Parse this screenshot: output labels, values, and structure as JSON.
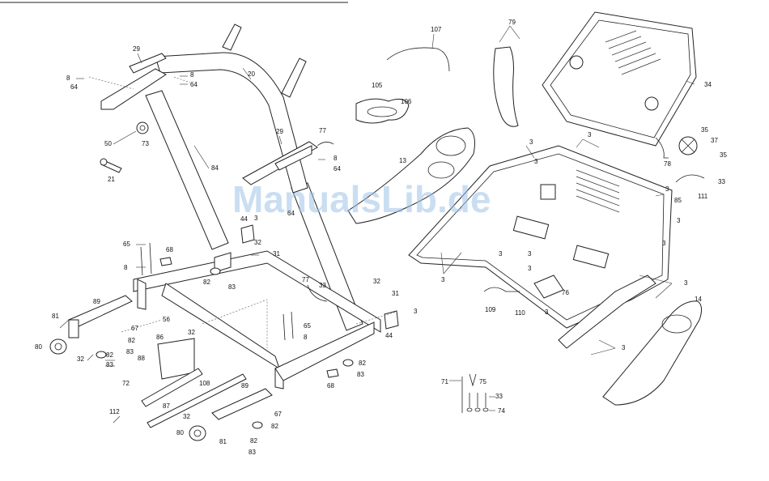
{
  "watermark": "ManualsLib.de",
  "callouts": [
    {
      "id": "c29a",
      "text": "29"
    },
    {
      "id": "c8a",
      "text": "8"
    },
    {
      "id": "c64a",
      "text": "64"
    },
    {
      "id": "c8b",
      "text": "8"
    },
    {
      "id": "c64b",
      "text": "64"
    },
    {
      "id": "c20",
      "text": "20"
    },
    {
      "id": "c50",
      "text": "50"
    },
    {
      "id": "c73",
      "text": "73"
    },
    {
      "id": "c21",
      "text": "21"
    },
    {
      "id": "c84",
      "text": "84"
    },
    {
      "id": "c29b",
      "text": "29"
    },
    {
      "id": "c77a",
      "text": "77"
    },
    {
      "id": "c8c",
      "text": "8"
    },
    {
      "id": "c64c",
      "text": "64"
    },
    {
      "id": "c64d",
      "text": "64"
    },
    {
      "id": "c44a",
      "text": "44"
    },
    {
      "id": "c3a",
      "text": "3"
    },
    {
      "id": "c32a",
      "text": "32"
    },
    {
      "id": "c31a",
      "text": "31"
    },
    {
      "id": "c65a",
      "text": "65"
    },
    {
      "id": "c68a",
      "text": "68"
    },
    {
      "id": "c8d",
      "text": "8"
    },
    {
      "id": "c82a",
      "text": "82"
    },
    {
      "id": "c83a",
      "text": "83"
    },
    {
      "id": "c77b",
      "text": "77"
    },
    {
      "id": "c33a",
      "text": "33"
    },
    {
      "id": "c32b",
      "text": "32"
    },
    {
      "id": "c31b",
      "text": "31"
    },
    {
      "id": "c3b",
      "text": "3"
    },
    {
      "id": "c44b",
      "text": "44"
    },
    {
      "id": "c65b",
      "text": "65"
    },
    {
      "id": "c8e",
      "text": "8"
    },
    {
      "id": "c81a",
      "text": "81"
    },
    {
      "id": "c89a",
      "text": "89"
    },
    {
      "id": "c67a",
      "text": "67"
    },
    {
      "id": "c82b",
      "text": "82"
    },
    {
      "id": "c83b",
      "text": "83"
    },
    {
      "id": "c80a",
      "text": "80"
    },
    {
      "id": "c32c",
      "text": "32"
    },
    {
      "id": "c82c",
      "text": "82"
    },
    {
      "id": "c83c",
      "text": "83"
    },
    {
      "id": "c56",
      "text": "56"
    },
    {
      "id": "c86",
      "text": "86"
    },
    {
      "id": "c32d",
      "text": "32"
    },
    {
      "id": "c88",
      "text": "88"
    },
    {
      "id": "c72",
      "text": "72"
    },
    {
      "id": "c87",
      "text": "87"
    },
    {
      "id": "c112",
      "text": "112"
    },
    {
      "id": "c108",
      "text": "108"
    },
    {
      "id": "c89b",
      "text": "89"
    },
    {
      "id": "c67b",
      "text": "67"
    },
    {
      "id": "c82d",
      "text": "82"
    },
    {
      "id": "c32e",
      "text": "32"
    },
    {
      "id": "c80b",
      "text": "80"
    },
    {
      "id": "c81b",
      "text": "81"
    },
    {
      "id": "c82e",
      "text": "82"
    },
    {
      "id": "c83d",
      "text": "83"
    },
    {
      "id": "c82f",
      "text": "82"
    },
    {
      "id": "c83e",
      "text": "83"
    },
    {
      "id": "c68b",
      "text": "68"
    },
    {
      "id": "c107",
      "text": "107"
    },
    {
      "id": "c105",
      "text": "105"
    },
    {
      "id": "c106",
      "text": "106"
    },
    {
      "id": "c13",
      "text": "13"
    },
    {
      "id": "c79",
      "text": "79"
    },
    {
      "id": "c34",
      "text": "34"
    },
    {
      "id": "c35a",
      "text": "35"
    },
    {
      "id": "c37",
      "text": "37"
    },
    {
      "id": "c35b",
      "text": "35"
    },
    {
      "id": "c78",
      "text": "78"
    },
    {
      "id": "c3c",
      "text": "3"
    },
    {
      "id": "c3d",
      "text": "3"
    },
    {
      "id": "c3e",
      "text": "3"
    },
    {
      "id": "c3f",
      "text": "3"
    },
    {
      "id": "c85",
      "text": "85"
    },
    {
      "id": "c33b",
      "text": "33"
    },
    {
      "id": "c111",
      "text": "111"
    },
    {
      "id": "c3g",
      "text": "3"
    },
    {
      "id": "c3h",
      "text": "3"
    },
    {
      "id": "c3i",
      "text": "3"
    },
    {
      "id": "c3j",
      "text": "3"
    },
    {
      "id": "c3k",
      "text": "3"
    },
    {
      "id": "c3l",
      "text": "3"
    },
    {
      "id": "c3m",
      "text": "3"
    },
    {
      "id": "c76",
      "text": "76"
    },
    {
      "id": "c109",
      "text": "109"
    },
    {
      "id": "c110",
      "text": "110"
    },
    {
      "id": "c3n",
      "text": "3"
    },
    {
      "id": "c14",
      "text": "14"
    },
    {
      "id": "c3o",
      "text": "3"
    },
    {
      "id": "c71",
      "text": "71"
    },
    {
      "id": "c75",
      "text": "75"
    },
    {
      "id": "c33c",
      "text": "33"
    },
    {
      "id": "c74",
      "text": "74"
    }
  ]
}
